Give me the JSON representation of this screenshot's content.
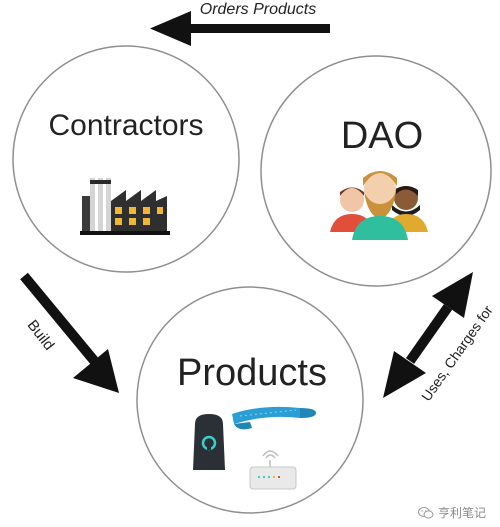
{
  "arrows": {
    "top_label": "Orders Products",
    "left_label": "Build",
    "right_label": "Uses, Charges for"
  },
  "nodes": {
    "contractors": {
      "label": "Contractors",
      "icon": "factory-icon"
    },
    "dao": {
      "label": "DAO",
      "icon": "people-group-icon"
    },
    "products": {
      "label": "Products",
      "icons": [
        "smart-speaker-icon",
        "fitness-band-icon",
        "wifi-router-icon"
      ]
    }
  },
  "watermark": {
    "text": "亨利笔记",
    "icon": "wechat-logo"
  },
  "colors": {
    "circle_stroke": "#8f8f8f",
    "arrow": "#111111",
    "text": "#222222",
    "band": "#2a9fd6",
    "speaker": "#2b2f36",
    "speaker_ring": "#3ad0c9",
    "person_left": "#e24e3c",
    "person_center": "#2fbf9f",
    "person_right": "#e2a92f"
  }
}
